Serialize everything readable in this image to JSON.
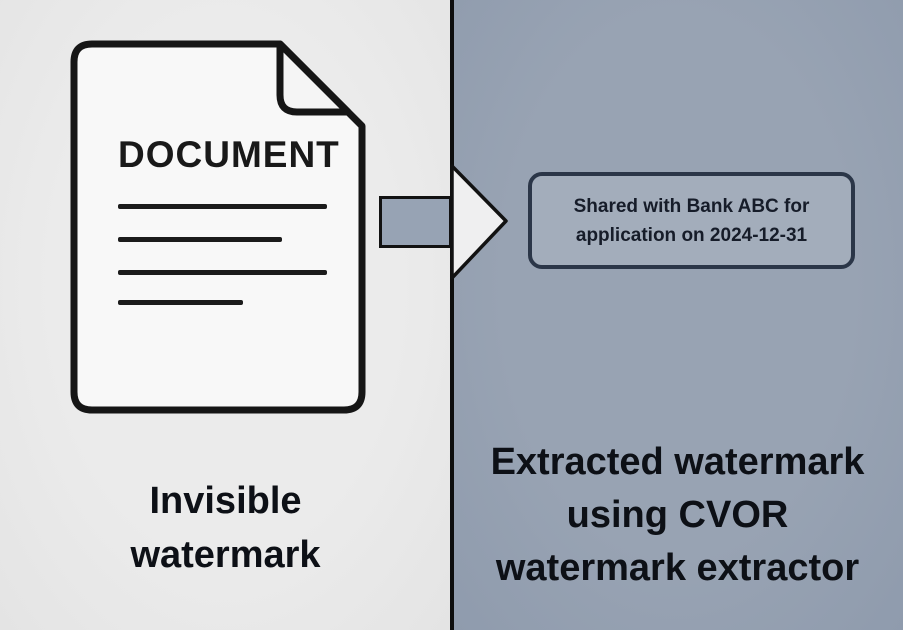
{
  "diagram": {
    "left_panel": {
      "background": "#e9e9e9",
      "caption_lines": [
        "Invisible",
        "watermark"
      ]
    },
    "right_panel": {
      "background": "#96a1b1",
      "caption_lines": [
        "Extracted watermark",
        "using CVOR",
        "watermark extractor"
      ]
    },
    "document": {
      "title": "DOCUMENT",
      "fill": "#f8f8f8",
      "outline_color": "#161616",
      "text_line_count": 4
    },
    "arrow": {
      "rect_fill": "#97a3b4",
      "head_fill": "#efeff0",
      "outline_color": "#121212"
    },
    "extracted_box": {
      "text_lines": [
        "Shared with Bank ABC for",
        "application on 2024-12-31"
      ],
      "fill": "#a3adbb",
      "border_color": "#2b3648",
      "text_color": "#161c29"
    },
    "divider_color": "#0e0e0e",
    "caption_text_color": "#0d1016"
  }
}
